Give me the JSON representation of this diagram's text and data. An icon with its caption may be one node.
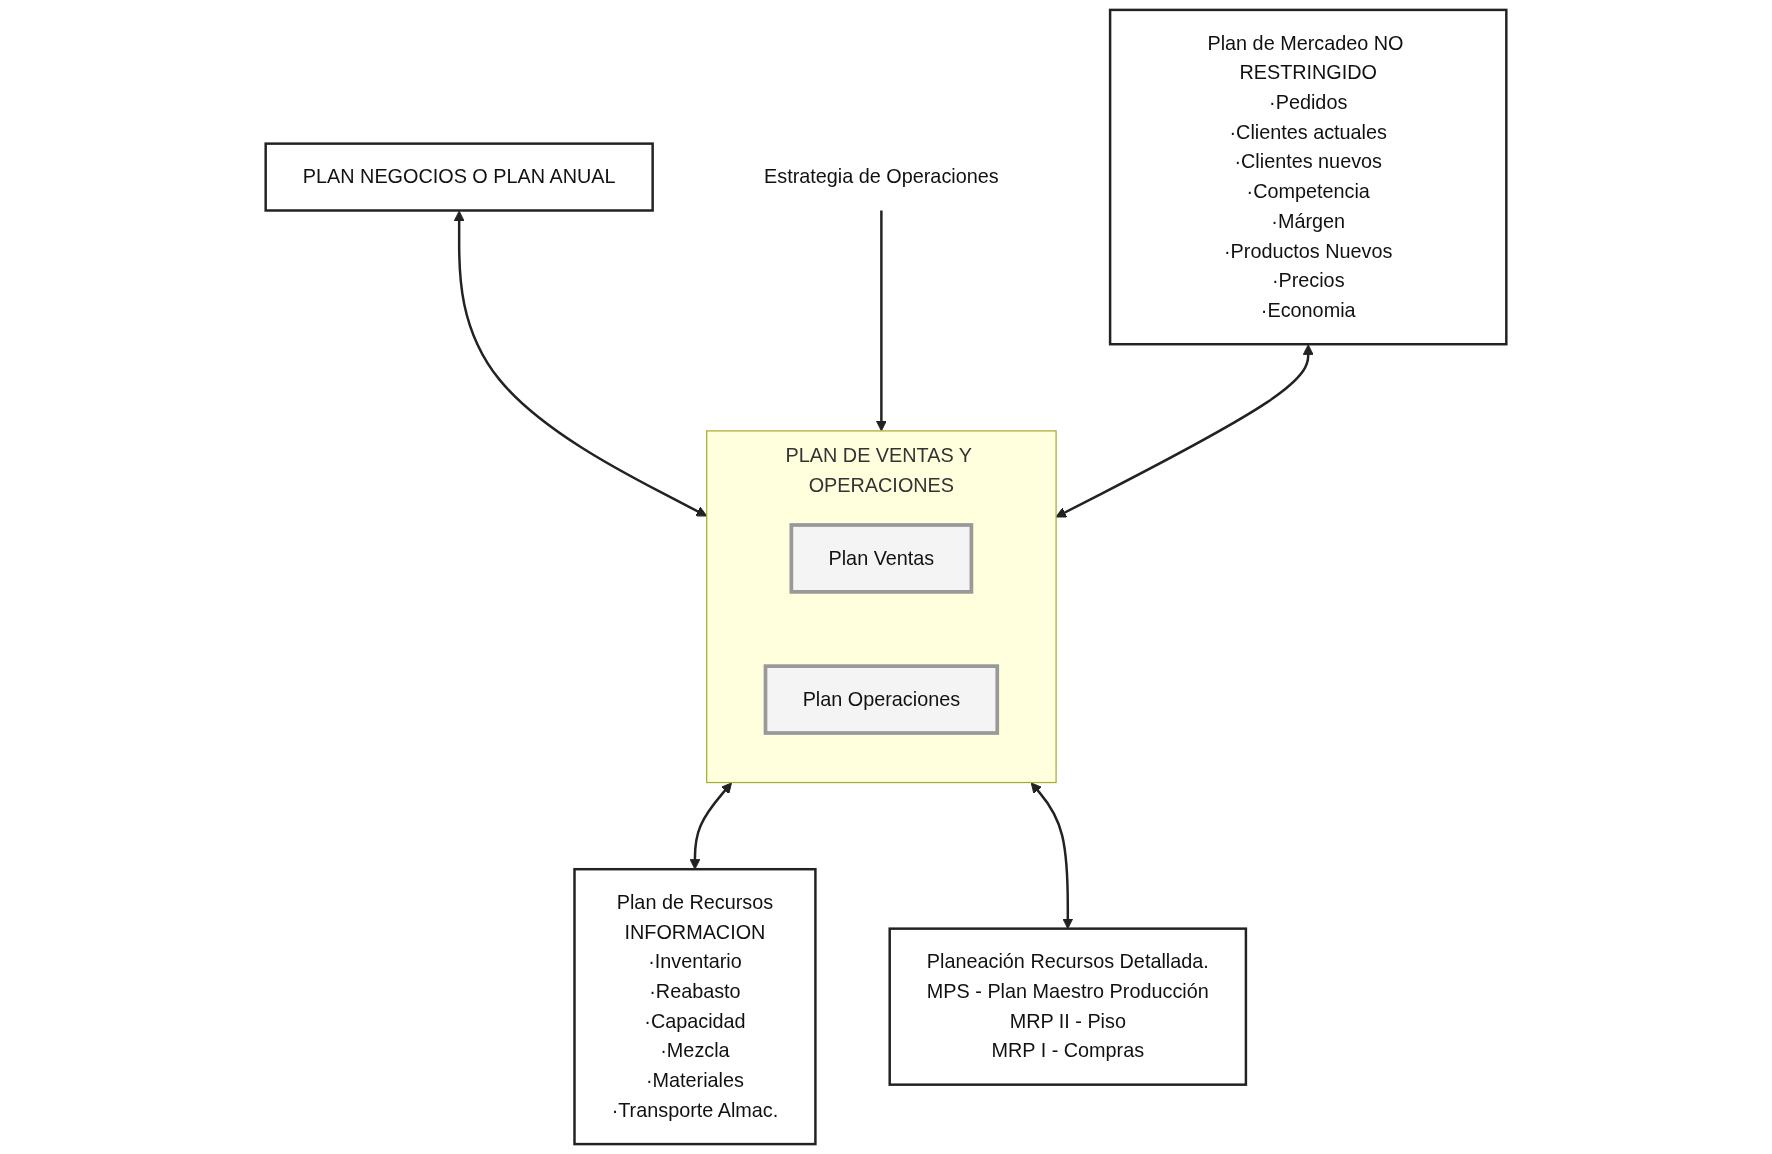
{
  "diagram": {
    "nodes": [
      {
        "text": [
          "PLAN NEGOCIOS O PLAN ANUAL"
        ]
      },
      {
        "text": [
          "Estrategia de Operaciones"
        ]
      },
      {
        "text": [
          "PLAN DE VENTAS Y OPERACIONES"
        ]
      },
      {
        "text": [
          "Plan Ventas"
        ],
        "in": 2
      },
      {
        "text": [
          "Plan Operaciones"
        ],
        "in": 2
      },
      {
        "text": [
          "Plan de Mercadeo NO RESTRINGIDO",
          "·Pedidos",
          "·Clientes actuales",
          "·Clientes nuevos",
          "·Competencia",
          "·Márgen",
          "·Productos Nuevos",
          "·Precios",
          "·Economia"
        ]
      },
      {
        "text": [
          "Plan de Recursos",
          "INFORMACION",
          "·Inventario",
          "·Reabasto",
          "·Capacidad",
          "·Mezcla",
          "·Materiales",
          "·Transporte Almac."
        ]
      },
      {
        "text": [
          "Planeación Recursos Detallada.",
          "MPS - Plan Maestro Producción",
          "MRP II - Piso",
          "MRP I - Compras"
        ]
      }
    ],
    "edges": [
      {
        "from": 0,
        "to": 2,
        "arrow": "both"
      },
      {
        "from": 1,
        "to": 2,
        "arrow": "to"
      },
      {
        "from": 5,
        "to": 2,
        "arrow": "both"
      },
      {
        "from": 2,
        "to": 6,
        "arrow": "both"
      },
      {
        "from": 2,
        "to": 7,
        "arrow": "both"
      }
    ]
  }
}
